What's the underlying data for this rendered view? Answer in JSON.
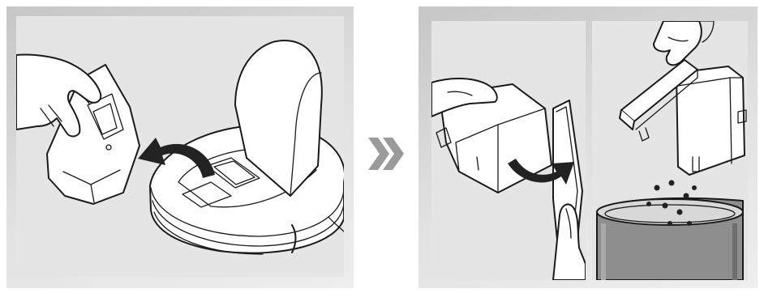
{
  "figure": {
    "panels": [
      "remove-dustbin-from-robot",
      "open-dustbin-lid",
      "empty-dustbin-into-trash"
    ],
    "icons": [
      "hand-icon",
      "dustbin-icon",
      "robot-vacuum-icon",
      "curved-arrow-icon",
      "double-chevron-icon",
      "trash-can-icon"
    ],
    "colors": {
      "panel_background": "#e5e5e5",
      "frame": "#d0d0d0",
      "line_art": "#1a1a1a",
      "chevron": "#9a9a9a",
      "page": "#ffffff"
    }
  }
}
